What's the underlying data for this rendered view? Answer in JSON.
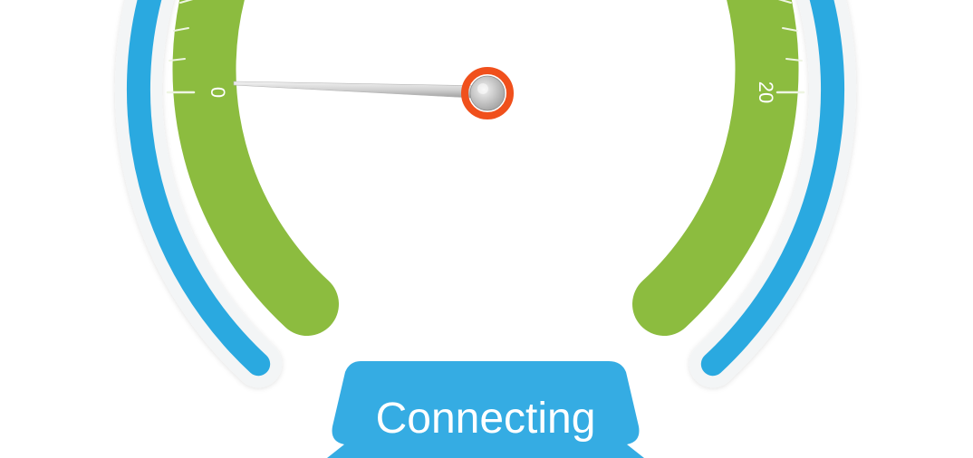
{
  "gauge": {
    "min_label": "0",
    "max_label": "20",
    "needle_value": 0,
    "colors": {
      "outer_band": "#2aa9e0",
      "inner_band": "#8cbc3f",
      "needle_ring": "#f0501c",
      "status_button": "#35ace3"
    }
  },
  "status": {
    "label": "Connecting"
  }
}
